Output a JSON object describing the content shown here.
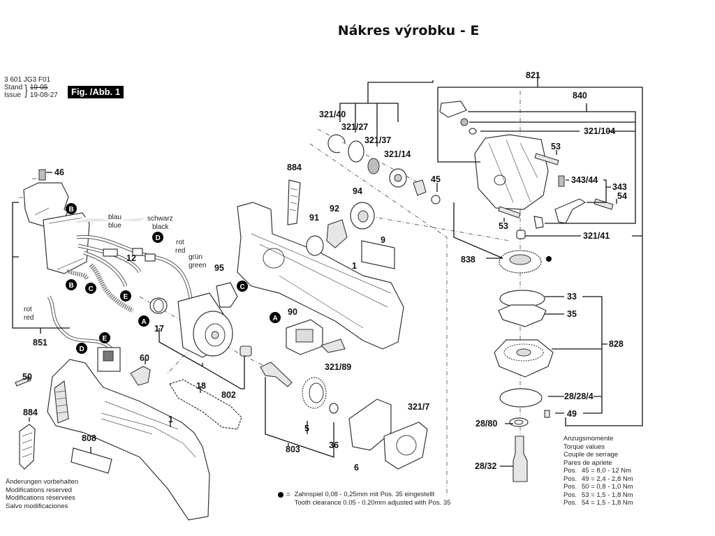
{
  "page": {
    "title": "Nákres výrobku - E"
  },
  "document": {
    "part_number": "3 601 JG3 F01",
    "stand_label": "Stand",
    "issue_label": "Issue",
    "stand_value": "19-05",
    "issue_value": "19-08-27",
    "figure_label": "Fig. /Abb. 1"
  },
  "parts": {
    "p46": "46",
    "p884a": "884",
    "p884b": "884",
    "p12": "12",
    "p851": "851",
    "p17": "17",
    "p95": "95",
    "p50": "50",
    "p60": "60",
    "p18": "18",
    "p802": "802",
    "p1a": "1",
    "p1b": "1",
    "p808": "808",
    "p90": "90",
    "p321_89": "321/89",
    "p5": "5",
    "p803": "803",
    "p36": "36",
    "p6": "6",
    "p321_7": "321/7",
    "p91": "91",
    "p92": "92",
    "p94": "94",
    "p9": "9",
    "p321_40": "321/40",
    "p321_27": "321/27",
    "p321_37": "321/37",
    "p321_14": "321/14",
    "p45": "45",
    "p821": "821",
    "p840": "840",
    "p321_104": "321/104",
    "p53a": "53",
    "p53b": "53",
    "p343_44": "343/44",
    "p343": "343",
    "p54": "54",
    "p321_41": "321/41",
    "p838": "838",
    "p33": "33",
    "p35": "35",
    "p828": "828",
    "p28_28_4": "28/28/4",
    "p49": "49",
    "p28_80": "28/80",
    "p28_32": "28/32"
  },
  "wire_labels": {
    "blau": "blau",
    "blue": "blue",
    "schwarz": "schwarz",
    "black": "black",
    "rot1": "rot",
    "red1": "red",
    "gruen": "grün",
    "green": "green",
    "rot2": "rot",
    "red2": "red"
  },
  "connectors": {
    "A": "A",
    "B": "B",
    "C": "C",
    "D": "D",
    "E": "E"
  },
  "notes": {
    "tooth_symbol_eq": "=",
    "tooth_de": "Zahnspiel 0,08 - 0,25mm mit Pos. 35 eingestellt",
    "tooth_en": "Tooth clearance 0.05 - 0.20mm adjusted with Pos. 35",
    "disclaimer": [
      "Änderungen vorbehalten",
      "Modifications reserved",
      "Modifications réservées",
      "Salvo modificaciones"
    ],
    "torque_headers": [
      "Anzugsmomente",
      "Torque values",
      "Couple de serrage",
      "Pares de apriete"
    ],
    "torque_values": [
      {
        "label": "Pos.",
        "value": "45 = 8,0 - 12  Nm"
      },
      {
        "label": "Pos.",
        "value": "49 = 2,4 - 2,8 Nm"
      },
      {
        "label": "Pos.",
        "value": "50 = 0,8 - 1,0 Nm"
      },
      {
        "label": "Pos.",
        "value": "53 = 1,5 - 1,8 Nm"
      },
      {
        "label": "Pos.",
        "value": "54 = 1,5 - 1,8 Nm"
      }
    ]
  }
}
